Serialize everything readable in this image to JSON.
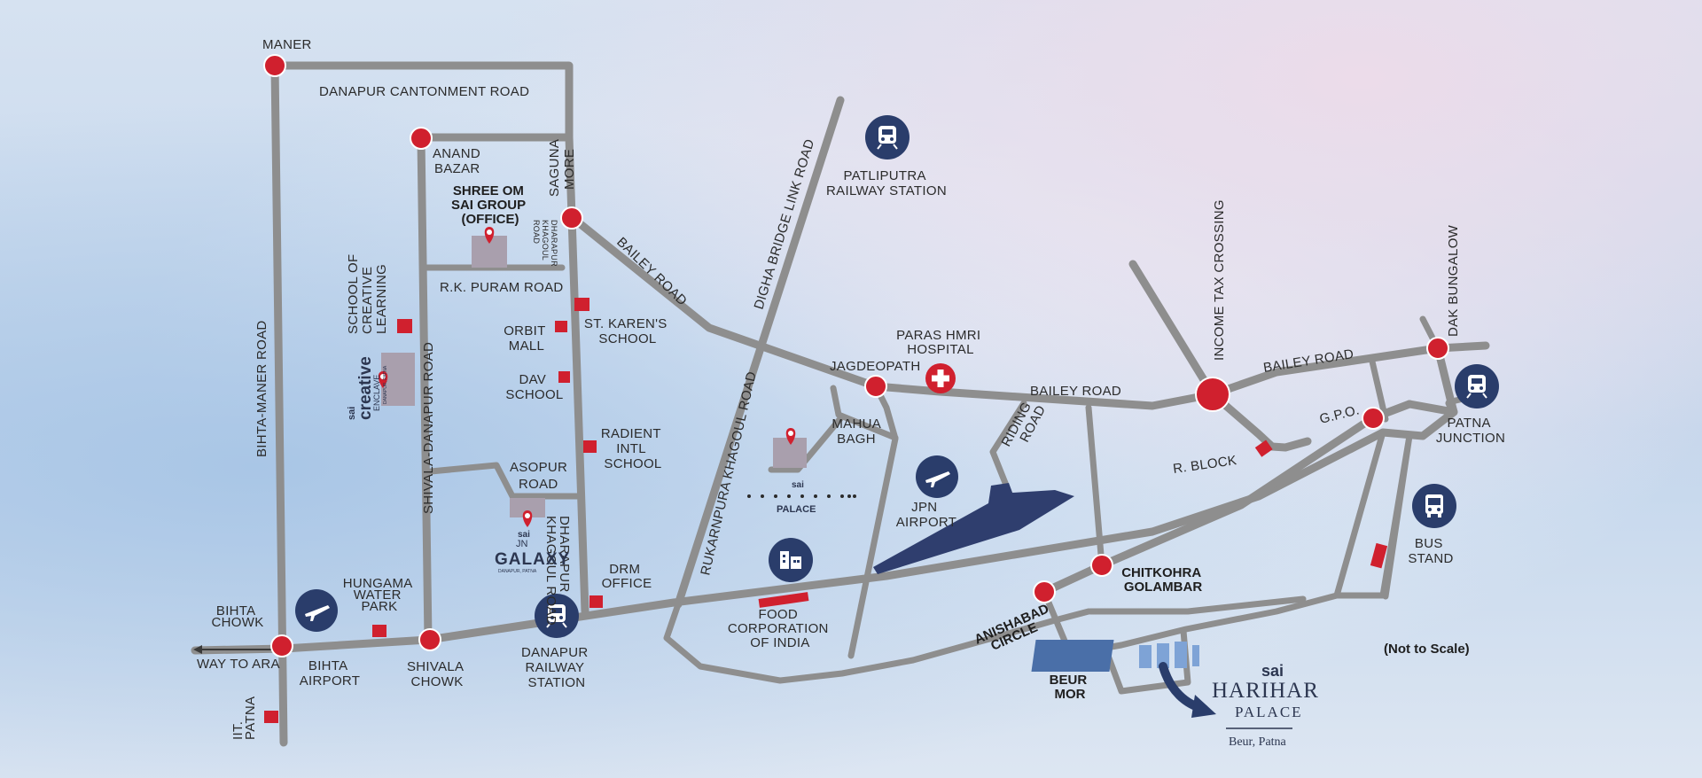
{
  "roads": {
    "danapur_cantonment": "DANAPUR CANTONMENT ROAD",
    "bihta_maner": "BIHTA-MANER ROAD",
    "shivala_danapur": "SHIVALA-DANAPUR ROAD",
    "rk_puram": "R.K. PURAM ROAD",
    "bailey_road_1": "BAILEY ROAD",
    "bailey_road_2": "BAILEY ROAD",
    "bailey_road_3": "BAILEY ROAD",
    "digha_bridge": "DIGHA BRIDGE LINK ROAD",
    "rukarnpura": "RUKARNPURA KHAGOUL ROAD",
    "riding_road": [
      "RIDING",
      "ROAD"
    ],
    "asopur_road": [
      "ASOPUR",
      "ROAD"
    ],
    "dharapur_upper": [
      "DHARAPUR",
      "KHAGOUL",
      "ROAD"
    ],
    "dharapur_lower": [
      "DHARAPUR",
      "KHAGOUL ROAD"
    ],
    "way_to_ara": "WAY TO ARA"
  },
  "places": {
    "maner": "MANER",
    "anand_bazar": [
      "ANAND",
      "BAZAR"
    ],
    "saguna_more": [
      "SAGUNA",
      "MORE"
    ],
    "shree_om": [
      "SHREE OM",
      "SAI GROUP",
      "(OFFICE)"
    ],
    "school_creative": [
      "SCHOOL OF",
      "CREATIVE",
      "LEARNING"
    ],
    "orbit_mall": [
      "ORBIT",
      "MALL"
    ],
    "st_karens": [
      "ST. KAREN'S",
      "SCHOOL"
    ],
    "dav_school": [
      "DAV",
      "SCHOOL"
    ],
    "radient": [
      "RADIENT",
      "INTL",
      "SCHOOL"
    ],
    "hungama": [
      "HUNGAMA",
      "WATER",
      "PARK"
    ],
    "bihta_chowk": [
      "BIHTA",
      "CHOWK"
    ],
    "bihta_airport": [
      "BIHTA",
      "AIRPORT"
    ],
    "shivala_chowk": [
      "SHIVALA",
      "CHOWK"
    ],
    "danapur_station": [
      "DANAPUR",
      "RAILWAY",
      "STATION"
    ],
    "drm_office": [
      "DRM",
      "OFFICE"
    ],
    "iit_patna": [
      "IIT.",
      "PATNA"
    ],
    "patliputra": [
      "PATLIPUTRA",
      "RAILWAY STATION"
    ],
    "paras": [
      "PARAS HMRI",
      "HOSPITAL"
    ],
    "jagdeopath": "JAGDEOPATH",
    "mahua_bagh": [
      "MAHUA",
      "BAGH"
    ],
    "jpn_airport": [
      "JPN",
      "AIRPORT"
    ],
    "food_corp": [
      "FOOD",
      "CORPORATION",
      "OF INDIA"
    ],
    "income_tax": "INCOME TAX CROSSING",
    "dak_bungalow": "DAK BUNGALOW",
    "patna_junction": [
      "PATNA",
      "JUNCTION"
    ],
    "gpo": "G.P.O.",
    "r_block": "R. BLOCK",
    "bus_stand": [
      "BUS",
      "STAND"
    ],
    "chitkohra": [
      "CHITKOHRA",
      "GOLAMBAR"
    ],
    "anishabad": [
      "ANISHABAD",
      "CIRCLE"
    ],
    "beur_mor": [
      "BEUR",
      "MOR"
    ]
  },
  "logos": {
    "creative": {
      "brand": "sai",
      "name": "creative",
      "sub1": "ENCLAVE",
      "sub2": "DANAPUR, PATNA"
    },
    "galaxy": {
      "brand": "sai",
      "jn": "JN",
      "name": "GALAXY",
      "sub": "DANAPUR, PATNA"
    },
    "palace": {
      "brand": "sai",
      "name": "PALACE"
    },
    "harihar": {
      "brand": "sai",
      "line1": "HARIHAR",
      "line2": "PALACE",
      "line3": "Beur, Patna"
    }
  },
  "note": "(Not to Scale)",
  "colors": {
    "road": "#8e8e8e",
    "node": "#d0202e",
    "icon_bg": "#2a3d6b",
    "airport_runway": "#2f3e6e"
  },
  "icons": [
    "train-icon",
    "airplane-icon",
    "hospital-cross-icon",
    "bus-icon",
    "building-icon",
    "location-pin-icon",
    "arrow-icon"
  ]
}
